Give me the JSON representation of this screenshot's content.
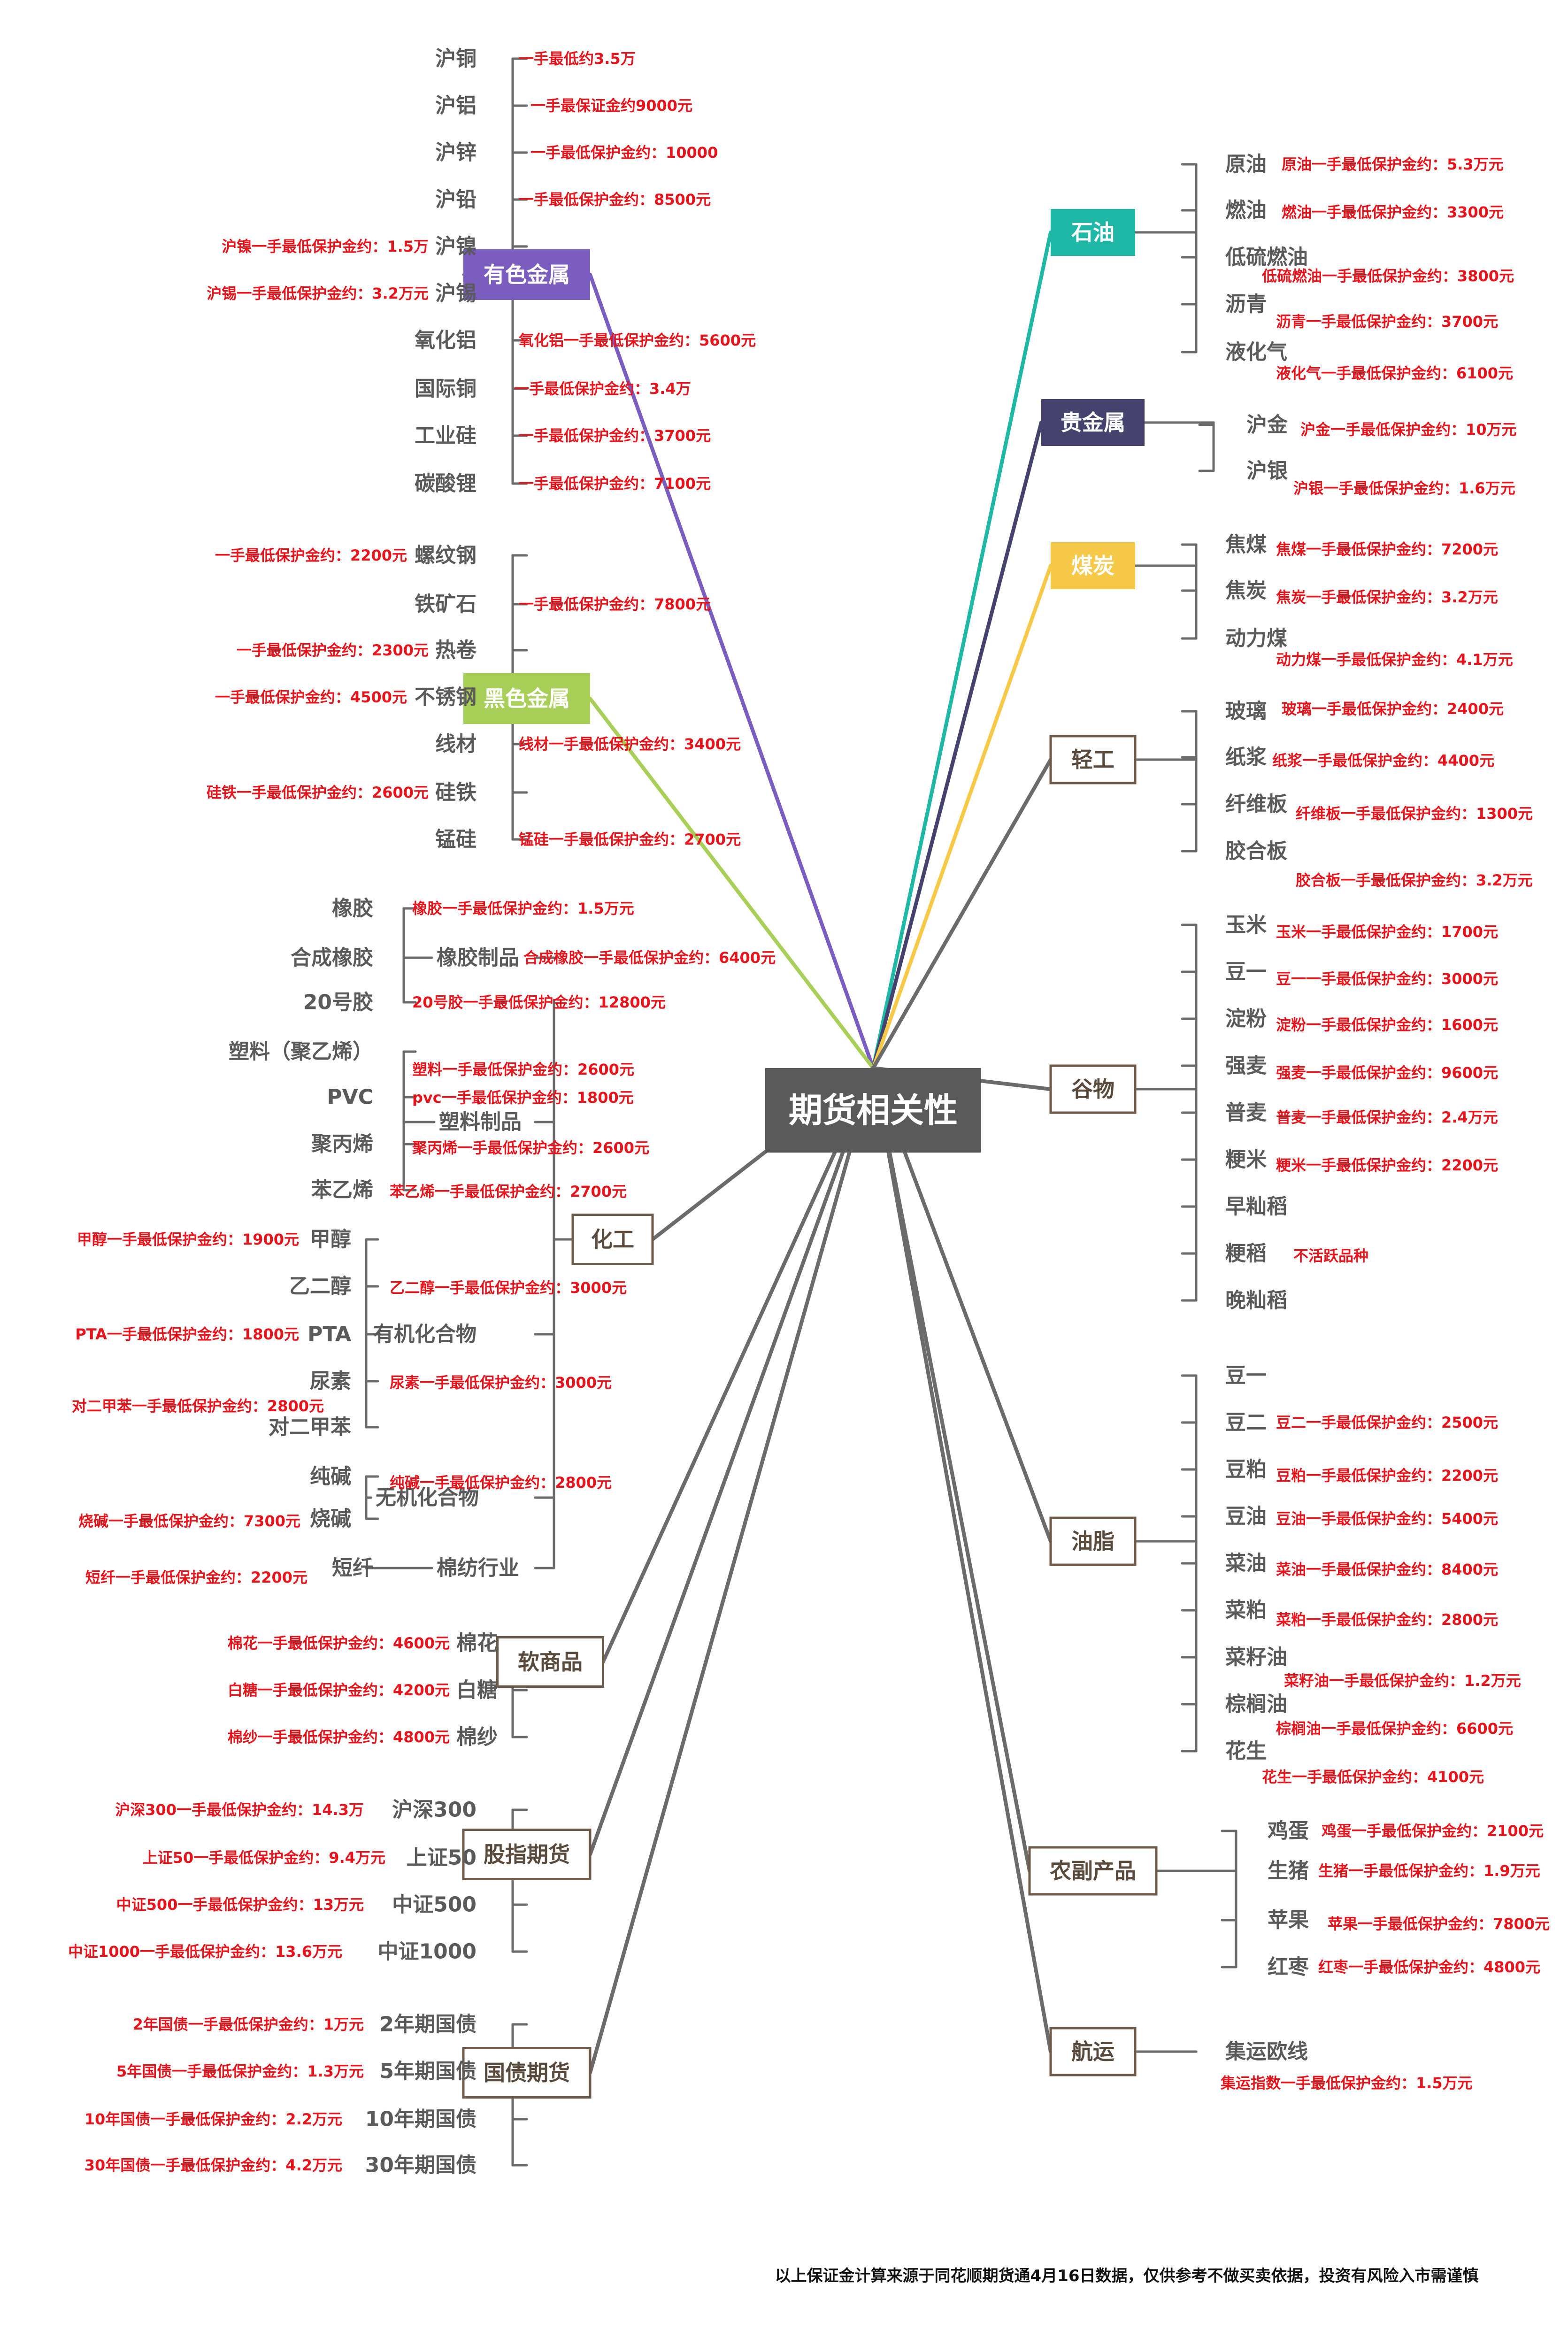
{
  "center": {
    "label": "期货相关性",
    "bg": "#5a5a5a",
    "color": "#ffffff"
  },
  "footer": "以上保证金计算来源于同花顺期货通4月16日数据，仅供参考不做买卖依据，投资有风险入市需谨慎",
  "colors": {
    "note": "#e8141c",
    "leaf": "#5a5a5a",
    "outline": "#6e5a48",
    "trunk": "#6b6b6b"
  },
  "categories": [
    {
      "label": "有色金属",
      "filled": true,
      "color": "#7b5cbf",
      "side": "left",
      "items": [
        {
          "name": "沪铜",
          "note": "一手最低约3.5万"
        },
        {
          "name": "沪铝",
          "note": "一手最保证金约9000元"
        },
        {
          "name": "沪锌",
          "note": "一手最低保护金约：10000"
        },
        {
          "name": "沪铅",
          "note": "一手最低保护金约：8500元"
        },
        {
          "name": "沪镍",
          "note": "沪镍一手最低保护金约：1.5万"
        },
        {
          "name": "沪锡",
          "note": "沪锡一手最低保护金约：3.2万元"
        },
        {
          "name": "氧化铝",
          "note": "氧化铝一手最低保护金约：5600元"
        },
        {
          "name": "国际铜",
          "note": "一手最低保护金约：3.4万"
        },
        {
          "name": "工业硅",
          "note": "一手最低保护金约：3700元"
        },
        {
          "name": "碳酸锂",
          "note": "一手最低保护金约：7100元"
        }
      ]
    },
    {
      "label": "黑色金属",
      "filled": true,
      "color": "#a8cf58",
      "side": "left",
      "items": [
        {
          "name": "螺纹钢",
          "note": "一手最低保护金约：2200元"
        },
        {
          "name": "铁矿石",
          "note": "一手最低保护金约：7800元"
        },
        {
          "name": "热卷",
          "note": "一手最低保护金约：2300元"
        },
        {
          "name": "不锈钢",
          "note": "一手最低保护金约：4500元"
        },
        {
          "name": "线材",
          "note": "线材一手最低保护金约：3400元"
        },
        {
          "name": "硅铁",
          "note": "硅铁一手最低保护金约：2600元"
        },
        {
          "name": "锰硅",
          "note": "锰硅一手最低保护金约：2700元"
        }
      ]
    },
    {
      "label": "化工",
      "filled": false,
      "side": "left",
      "groups": [
        {
          "label": "橡胶制品",
          "items": [
            {
              "name": "橡胶",
              "note": "橡胶一手最低保护金约：1.5万元"
            },
            {
              "name": "合成橡胶",
              "note": "合成橡胶一手最低保护金约：6400元"
            },
            {
              "name": "20号胶",
              "note": "20号胶一手最低保护金约：12800元"
            }
          ]
        },
        {
          "label": "塑料制品",
          "items": [
            {
              "name": "塑料（聚乙烯）",
              "note": "塑料一手最低保护金约：2600元"
            },
            {
              "name": "PVC",
              "note": "pvc一手最低保护金约：1800元"
            },
            {
              "name": "聚丙烯",
              "note": "聚丙烯一手最低保护金约：2600元"
            },
            {
              "name": "苯乙烯",
              "note": "苯乙烯一手最低保护金约：2700元"
            }
          ]
        },
        {
          "label": "有机化合物",
          "items": [
            {
              "name": "甲醇",
              "note": "甲醇一手最低保护金约：1900元"
            },
            {
              "name": "乙二醇",
              "note": "乙二醇一手最低保护金约：3000元"
            },
            {
              "name": "PTA",
              "note": "PTA一手最低保护金约：1800元"
            },
            {
              "name": "尿素",
              "note": "尿素一手最低保护金约：3000元"
            },
            {
              "name": "对二甲苯",
              "note": "对二甲苯一手最低保护金约：2800元"
            }
          ]
        },
        {
          "label": "无机化合物",
          "items": [
            {
              "name": "纯碱",
              "note": "纯碱一手最低保护金约：2800元"
            },
            {
              "name": "烧碱",
              "note": "烧碱一手最低保护金约：7300元"
            }
          ]
        },
        {
          "label": "棉纺行业",
          "items": [
            {
              "name": "短纤",
              "note": "短纤一手最低保护金约：2200元"
            }
          ]
        }
      ]
    },
    {
      "label": "软商品",
      "filled": false,
      "side": "left",
      "items": [
        {
          "name": "棉花",
          "note": "棉花一手最低保护金约：4600元"
        },
        {
          "name": "白糖",
          "note": "白糖一手最低保护金约：4200元"
        },
        {
          "name": "棉纱",
          "note": "棉纱一手最低保护金约：4800元"
        }
      ]
    },
    {
      "label": "股指期货",
      "filled": false,
      "side": "left",
      "items": [
        {
          "name": "沪深300",
          "note": "沪深300一手最低保护金约：14.3万"
        },
        {
          "name": "上证50",
          "note": "上证50一手最低保护金约：9.4万元"
        },
        {
          "name": "中证500",
          "note": "中证500一手最低保护金约：13万元"
        },
        {
          "name": "中证1000",
          "note": "中证1000一手最低保护金约：13.6万元"
        }
      ]
    },
    {
      "label": "国债期货",
      "filled": false,
      "side": "left",
      "items": [
        {
          "name": "2年期国债",
          "note": "2年国债一手最低保护金约：1万元"
        },
        {
          "name": "5年期国债",
          "note": "5年国债一手最低保护金约：1.3万元"
        },
        {
          "name": "10年期国债",
          "note": "10年国债一手最低保护金约：2.2万元"
        },
        {
          "name": "30年期国债",
          "note": "30年国债一手最低保护金约：4.2万元"
        }
      ]
    },
    {
      "label": "石油",
      "filled": true,
      "color": "#1fb7a6",
      "side": "right",
      "items": [
        {
          "name": "原油",
          "note": "原油一手最低保护金约：5.3万元"
        },
        {
          "name": "燃油",
          "note": "燃油一手最低保护金约：3300元"
        },
        {
          "name": "低硫燃油",
          "note": "低硫燃油一手最低保护金约：3800元"
        },
        {
          "name": "沥青",
          "note": "沥青一手最低保护金约：3700元"
        },
        {
          "name": "液化气",
          "note": "液化气一手最低保护金约：6100元"
        }
      ]
    },
    {
      "label": "贵金属",
      "filled": true,
      "color": "#45426e",
      "side": "right",
      "items": [
        {
          "name": "沪金",
          "note": "沪金一手最低保护金约：10万元"
        },
        {
          "name": "沪银",
          "note": "沪银一手最低保护金约：1.6万元"
        }
      ]
    },
    {
      "label": "煤炭",
      "filled": true,
      "color": "#f7c948",
      "side": "right",
      "items": [
        {
          "name": "焦煤",
          "note": "焦煤一手最低保护金约：7200元"
        },
        {
          "name": "焦炭",
          "note": "焦炭一手最低保护金约：3.2万元"
        },
        {
          "name": "动力煤",
          "note": "动力煤一手最低保护金约：4.1万元"
        }
      ]
    },
    {
      "label": "轻工",
      "filled": false,
      "side": "right",
      "items": [
        {
          "name": "玻璃",
          "note": "玻璃一手最低保护金约：2400元"
        },
        {
          "name": "纸浆",
          "note": "纸浆一手最低保护金约：4400元"
        },
        {
          "name": "纤维板",
          "note": "纤维板一手最低保护金约：1300元"
        },
        {
          "name": "胶合板",
          "note": "胶合板一手最低保护金约：3.2万元"
        }
      ]
    },
    {
      "label": "谷物",
      "filled": false,
      "side": "right",
      "items": [
        {
          "name": "玉米",
          "note": "玉米一手最低保护金约：1700元"
        },
        {
          "name": "豆一",
          "note": "豆一一手最低保护金约：3000元"
        },
        {
          "name": "淀粉",
          "note": "淀粉一手最低保护金约：1600元"
        },
        {
          "name": "强麦",
          "note": "强麦一手最低保护金约：9600元"
        },
        {
          "name": "普麦",
          "note": "普麦一手最低保护金约：2.4万元"
        },
        {
          "name": "粳米",
          "note": "粳米一手最低保护金约：2200元"
        },
        {
          "name": "早籼稻",
          "note": ""
        },
        {
          "name": "粳稻",
          "note": "不活跃品种"
        },
        {
          "name": "晚籼稻",
          "note": ""
        }
      ]
    },
    {
      "label": "油脂",
      "filled": false,
      "side": "right",
      "items": [
        {
          "name": "豆一",
          "note": ""
        },
        {
          "name": "豆二",
          "note": "豆二一手最低保护金约：2500元"
        },
        {
          "name": "豆粕",
          "note": "豆粕一手最低保护金约：2200元"
        },
        {
          "name": "豆油",
          "note": "豆油一手最低保护金约：5400元"
        },
        {
          "name": "菜油",
          "note": "菜油一手最低保护金约：8400元"
        },
        {
          "name": "菜粕",
          "note": "菜粕一手最低保护金约：2800元"
        },
        {
          "name": "菜籽油",
          "note": "菜籽油一手最低保护金约：1.2万元"
        },
        {
          "name": "棕榈油",
          "note": "棕榈油一手最低保护金约：6600元"
        },
        {
          "name": "花生",
          "note": "花生一手最低保护金约：4100元"
        }
      ]
    },
    {
      "label": "农副产品",
      "filled": false,
      "side": "right",
      "items": [
        {
          "name": "鸡蛋",
          "note": "鸡蛋一手最低保护金约：2100元"
        },
        {
          "name": "生猪",
          "note": "生猪一手最低保护金约：1.9万元"
        },
        {
          "name": "苹果",
          "note": "苹果一手最低保护金约：7800元"
        },
        {
          "name": "红枣",
          "note": "红枣一手最低保护金约：4800元"
        }
      ]
    },
    {
      "label": "航运",
      "filled": false,
      "side": "right",
      "items": [
        {
          "name": "集运欧线",
          "note": "集运指数一手最低保护金约：1.5万元"
        }
      ]
    }
  ]
}
